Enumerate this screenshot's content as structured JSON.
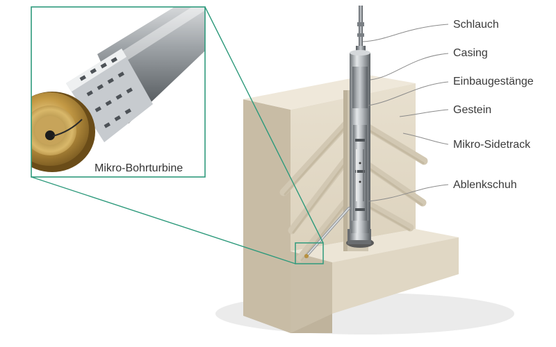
{
  "labels": {
    "schlauch": "Schlauch",
    "casing": "Casing",
    "einbaugestaenge": "Einbaugestänge",
    "gestein": "Gestein",
    "mikro_sidetrack": "Mikro-Sidetrack",
    "ablenkschuh": "Ablenkschuh"
  },
  "inset": {
    "caption": "Mikro-Bohrturbine"
  },
  "colors": {
    "rock_front": "#e3dac8",
    "rock_side": "#cdc2ad",
    "rock_top": "#ece5d6",
    "bore_hole": "#cfc6b2",
    "casing_metal": "#b9bdc1",
    "brass_tip": "#b8913f",
    "inset_border": "#2e9a7c",
    "leader_line": "#8a8a8a"
  }
}
